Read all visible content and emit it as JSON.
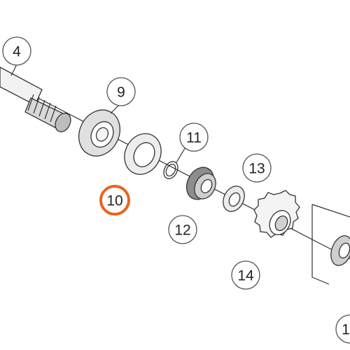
{
  "diagram": {
    "callouts": [
      {
        "id": "4",
        "label": "4",
        "highlighted": false
      },
      {
        "id": "9",
        "label": "9",
        "highlighted": false
      },
      {
        "id": "10",
        "label": "10",
        "highlighted": true
      },
      {
        "id": "11",
        "label": "11",
        "highlighted": false
      },
      {
        "id": "12",
        "label": "12",
        "highlighted": false
      },
      {
        "id": "13",
        "label": "13",
        "highlighted": false
      },
      {
        "id": "14",
        "label": "14",
        "highlighted": false
      },
      {
        "id": "15",
        "label": "1",
        "highlighted": false
      }
    ],
    "colors": {
      "line": "#333333",
      "callout_border": "#555555",
      "highlight": "#e8641e",
      "part_fill": "#e6e6e6",
      "part_dark": "#9a9a9a"
    }
  }
}
